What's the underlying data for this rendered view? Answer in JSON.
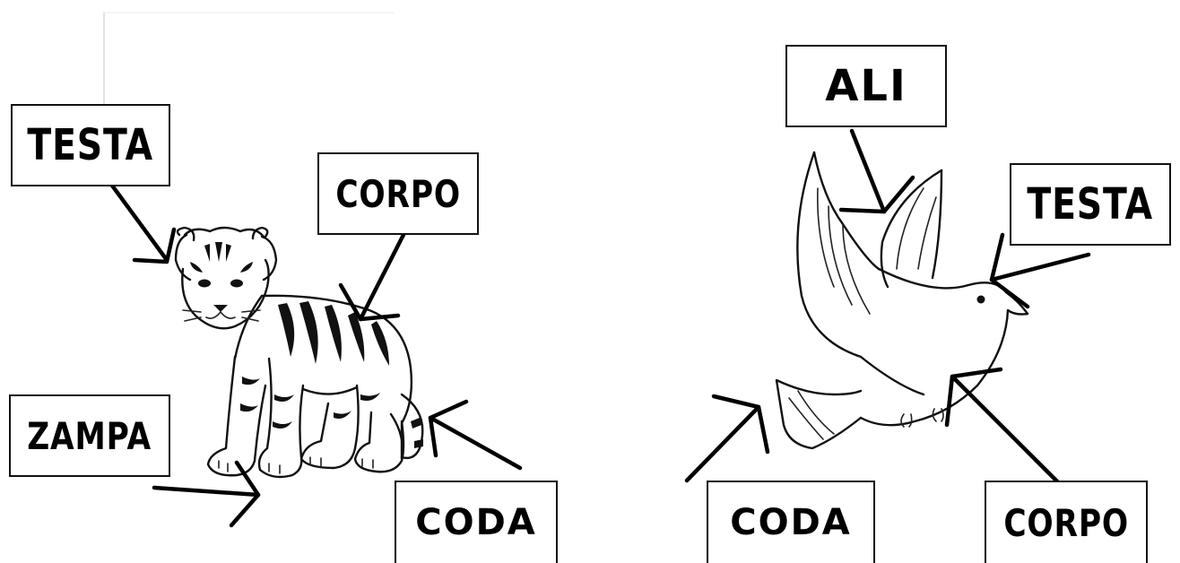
{
  "tiger": {
    "labels": {
      "head": "TESTA",
      "body": "CORPO",
      "paw": "ZAMPA",
      "tail": "CODA"
    }
  },
  "dove": {
    "labels": {
      "wings": "ALI",
      "head": "TESTA",
      "tail": "CODA",
      "body": "CORPO"
    }
  }
}
